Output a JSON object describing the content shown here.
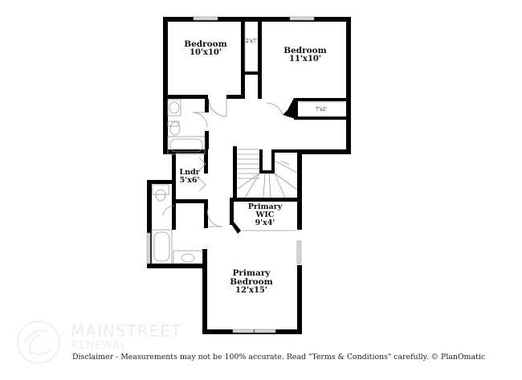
{
  "floorplan": {
    "rooms": [
      {
        "id": "bedroom-1",
        "name": "Bedroom",
        "dims": "10'x10'"
      },
      {
        "id": "bedroom-2",
        "name": "Bedroom",
        "dims": "11'x10'"
      },
      {
        "id": "closet-1",
        "dims": "2'x7'"
      },
      {
        "id": "closet-2",
        "dims": "7'x2'"
      },
      {
        "id": "laundry",
        "name": "Lndr",
        "dims": "5'x6'"
      },
      {
        "id": "primary-wic",
        "name": "Primary WIC",
        "name_line1": "Primary",
        "name_line2": "WIC",
        "dims": "9'x4'"
      },
      {
        "id": "primary-bedroom",
        "name": "Primary Bedroom",
        "name_line1": "Primary",
        "name_line2": "Bedroom",
        "dims": "12'x15'"
      }
    ],
    "colors": {
      "wall": "#000000",
      "fixture": "#9a9a9a",
      "window": "#d6d6d6",
      "background": "#ffffff"
    }
  },
  "watermark": {
    "brand": "MAINSTREET",
    "sub": "RENEWAL"
  },
  "footer": {
    "disclaimer": "Disclaimer - Measurements may not be 100% accurate. Read \"Terms & Conditions\" carefully. © PlanOmatic"
  }
}
